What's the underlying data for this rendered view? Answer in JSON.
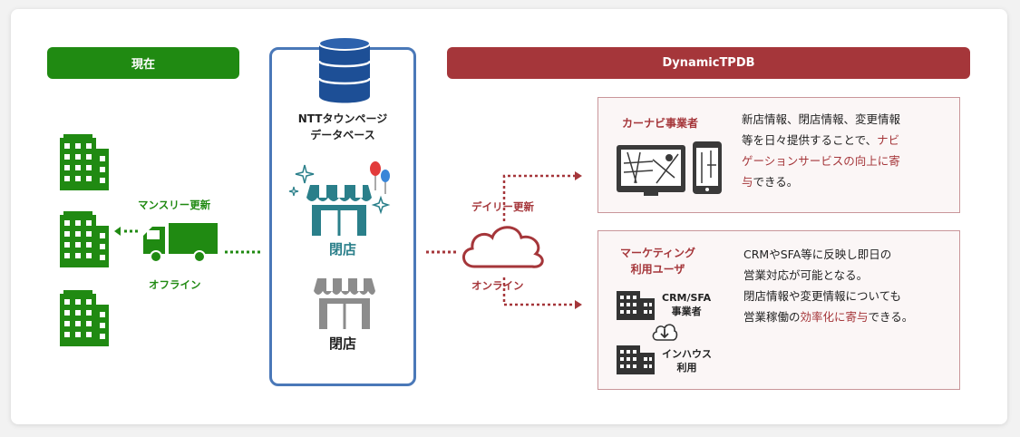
{
  "labels": {
    "current": "現在",
    "dynamic": "DynamicTPDB",
    "monthly": "マンスリー更新",
    "offline": "オフライン",
    "daily": "デイリー更新",
    "online": "オンライン",
    "db_line1": "NTTタウンページ",
    "db_line2": "データベース",
    "open_store": "閉店",
    "closed_store": "閉店"
  },
  "panel1": {
    "title": "カーナビ事業者",
    "line1": "新店情報、閉店情報、変更情報",
    "line2a": "等を日々提供することで、",
    "line2b": "ナビ",
    "line3": "ゲーションサービスの向上に寄",
    "line4a": "与",
    "line4b": "できる。"
  },
  "panel2": {
    "title1": "マーケティング",
    "title2": "利用ユーザ",
    "crm1": "CRM/SFA",
    "crm2": "事業者",
    "inhouse1": "インハウス",
    "inhouse2": "利用",
    "line1": "CRMやSFA等に反映し即日の",
    "line2": "営業対応が可能となる。",
    "line3": "閉店情報や変更情報についても",
    "line4a": "営業稼働の",
    "line4b": "効率化に寄与",
    "line4c": "できる。"
  },
  "colors": {
    "green": "#208a12",
    "red": "#a5363a",
    "blue": "#1d4f96",
    "teal": "#2a7f8a",
    "gray": "#888888"
  }
}
